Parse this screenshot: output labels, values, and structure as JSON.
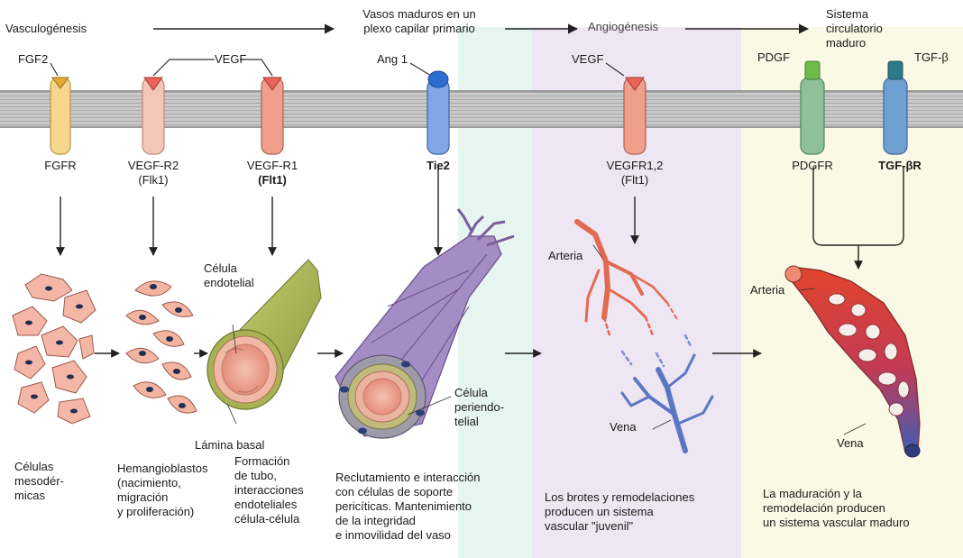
{
  "stages": {
    "vasculogenesis": "Vasculogénesis",
    "mature_vessels": [
      "Vasos maduros en un",
      "plexo capilar primario"
    ],
    "angiogenesis": "Angiogénesis",
    "mature_system": [
      "Sistema",
      "circulatorio",
      "maduro"
    ]
  },
  "ligands": {
    "fgf2": "FGF2",
    "vegf_top": "VEGF",
    "ang1": "Ang 1",
    "vegf_right": "VEGF",
    "pdgf": "PDGF",
    "tgfb": "TGF-β"
  },
  "receptors": {
    "fgfr": [
      "FGFR"
    ],
    "vegfr2": [
      "VEGF-R2",
      "(Flk1)"
    ],
    "vegfr1": [
      "VEGF-R1",
      "(Flt1)"
    ],
    "tie2": [
      "Tie2"
    ],
    "vegfr12": [
      "VEGFR1,2",
      "(Flt1)"
    ],
    "pdgfr": [
      "PDGFR"
    ],
    "tgfbr": [
      "TGF-βR"
    ]
  },
  "annotations": {
    "celula_endotelial": [
      "Célula",
      "endotelial"
    ],
    "lamina_basal": "Lámina basal",
    "celula_periendotelial": [
      "Célula",
      "periendo-",
      "telial"
    ],
    "arteria_1": "Arteria",
    "vena_1": "Vena",
    "arteria_2": "Arteria",
    "vena_2": "Vena"
  },
  "captions": {
    "mesodermicas": [
      "Células",
      "mesodér-",
      "micas"
    ],
    "hemangioblastos": [
      "Hemangioblastos",
      "(nacimiento,",
      "migración",
      "y proliferación)"
    ],
    "tubo": [
      "Formación",
      "de tubo,",
      "interacciones",
      "endoteliales",
      "célula-célula"
    ],
    "reclutamiento": [
      "Reclutamiento e interacción",
      "con células de soporte",
      "pericíticas. Mantenimiento",
      "de la integridad",
      "e inmovilidad del vaso"
    ],
    "brotes": [
      "Los brotes y remodelaciones",
      "producen un sistema",
      "vascular \"juvenil\""
    ],
    "maduracion": [
      "La maduración y la",
      "remodelación producen",
      "un sistema vascular maduro"
    ]
  },
  "colors": {
    "membrane": "#b9b9b9",
    "fgfr": "#f6d58c",
    "vegfr2": "#f4c6b6",
    "vegfr1": "#ef9f8c",
    "tie2": "#7fa6e6",
    "pdgfr": "#8fc09a",
    "tgfbr": "#6d9fd0",
    "artery": "#e0432c",
    "vein": "#4a6fc0",
    "pericyte": "#9b7bb6"
  }
}
